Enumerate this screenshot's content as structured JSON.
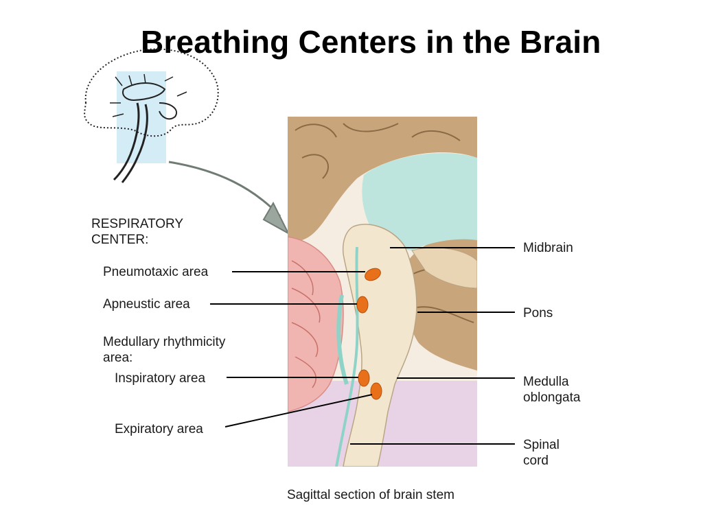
{
  "title": "Breathing Centers in the Brain",
  "respiratory_center": {
    "heading_line1": "RESPIRATORY",
    "heading_line2": "CENTER:",
    "pneumotaxic": "Pneumotaxic area",
    "apneustic": "Apneustic area",
    "medullary_line1": "Medullary rhythmicity",
    "medullary_line2": "area:",
    "inspiratory": "Inspiratory area",
    "expiratory": "Expiratory area"
  },
  "structures": {
    "midbrain": "Midbrain",
    "pons": "Pons",
    "medulla_line1": "Medulla",
    "medulla_line2": "oblongata",
    "spinal_line1": "Spinal",
    "spinal_line2": "cord"
  },
  "caption": "Sagittal section of brain stem",
  "colors": {
    "cortex": "#c9a57c",
    "brainstem": "#f3e6cf",
    "csf": "#bde5de",
    "cerebellum": "#f0b5b0",
    "spinal_region": "#e8d3e6",
    "nucleus": "#e8701a",
    "inset_highlight": "#d3ecf6"
  }
}
